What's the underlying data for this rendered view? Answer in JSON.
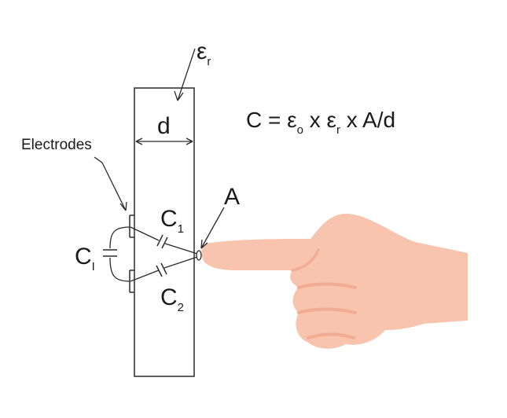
{
  "labels": {
    "epsilon_r_symbol": "ε",
    "epsilon_r_subscript": "r",
    "d": "d",
    "electrodes": "Electrodes",
    "a": "A",
    "c1_symbol": "C",
    "c1_subscript": "1",
    "c2_symbol": "C",
    "c2_subscript": "2",
    "ci_symbol": "C",
    "ci_subscript": "I"
  },
  "formula": {
    "lead": "C = ε",
    "eps0_subscript": "o",
    "times1": " x ε",
    "epsr_subscript": "r",
    "tail": " x A/d"
  },
  "colors": {
    "line": "#2a2a2a",
    "skin": "#f8c4ae",
    "skin_crease": "#f1ad93"
  },
  "icons": {
    "hand": "pointing-hand-icon"
  }
}
